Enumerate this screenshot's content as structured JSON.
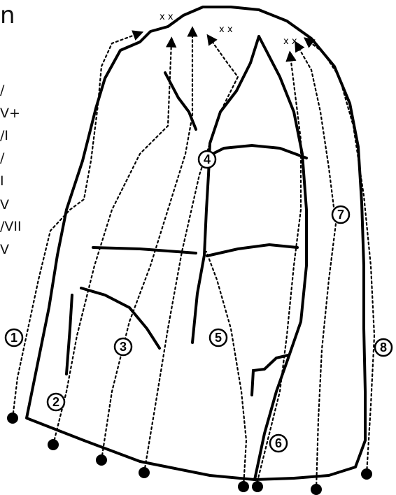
{
  "title_fragment": "n",
  "grades": [
    "/",
    "V+",
    "/I",
    "/",
    "I",
    "V",
    "/VII",
    "V"
  ],
  "route_numbers": [
    "1",
    "2",
    "3",
    "4",
    "5",
    "6",
    "7",
    "8"
  ],
  "anchor_marks": [
    "x x",
    "x x",
    "x x"
  ]
}
